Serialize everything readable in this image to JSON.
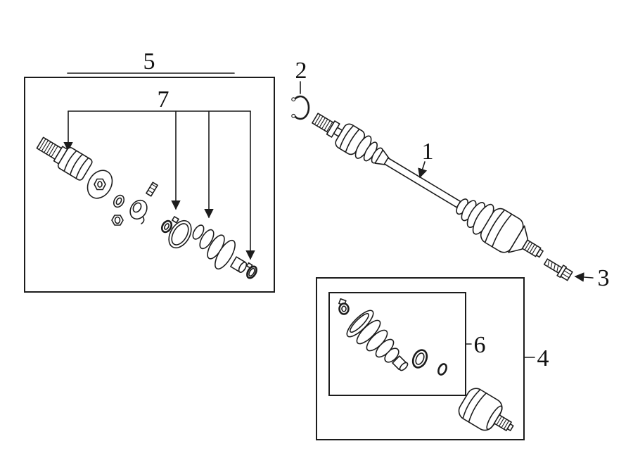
{
  "diagram": {
    "colors": {
      "background": "#ffffff",
      "line": "#1c1c1c"
    },
    "callouts": {
      "part1": {
        "label": "1",
        "target": "axle-shaft-assembly"
      },
      "part2": {
        "label": "2",
        "target": "snap-ring"
      },
      "part3": {
        "label": "3",
        "target": "hub-bolt"
      },
      "part4": {
        "label": "4",
        "target": "inner-joint-kit-box"
      },
      "part5": {
        "label": "5",
        "target": "outer-joint-kit-box"
      },
      "part6": {
        "label": "6",
        "target": "boot-kit-box"
      },
      "part7": {
        "label": "7",
        "target": "outer-joint-small-parts"
      }
    }
  }
}
